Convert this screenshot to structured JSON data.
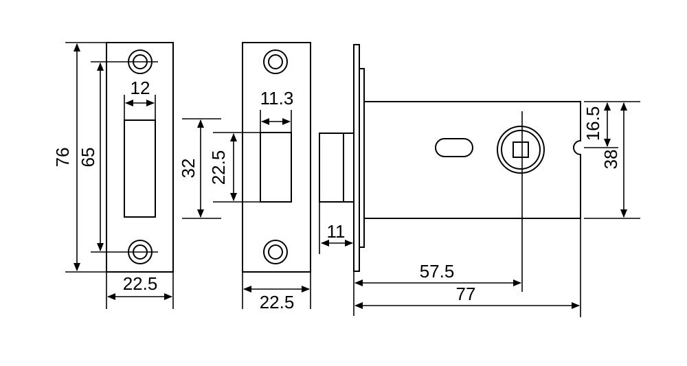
{
  "strike_plate": {
    "height_total": "76",
    "hole_spacing": "65",
    "slot_width": "12",
    "plate_width": "22.5"
  },
  "face_plate": {
    "slot_outer": "32",
    "slot_inner": "22.5",
    "slot_width": "11.3",
    "plate_width": "22.5"
  },
  "latch_body": {
    "latch_projection": "11",
    "backset": "57.5",
    "body_length": "77",
    "notch_offset": "16.5",
    "body_height": "38"
  },
  "colors": {
    "line": "#000000",
    "background": "#ffffff"
  }
}
